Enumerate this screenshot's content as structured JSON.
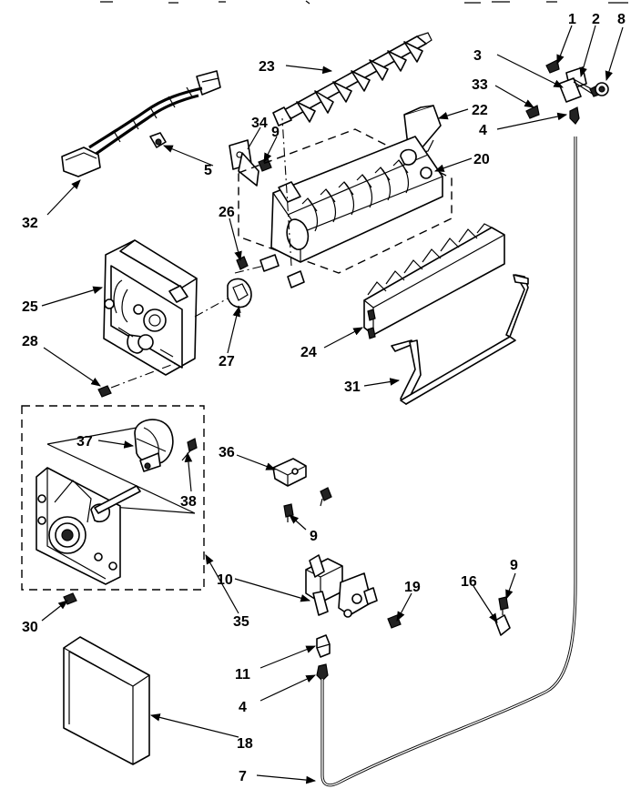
{
  "callouts": {
    "c1": "1",
    "c2": "2",
    "c3": "3",
    "c4a": "4",
    "c4b": "4",
    "c5": "5",
    "c7": "7",
    "c8": "8",
    "c9a": "9",
    "c9b": "9",
    "c9c": "9",
    "c10": "10",
    "c11": "11",
    "c16": "16",
    "c18": "18",
    "c19": "19",
    "c20": "20",
    "c22": "22",
    "c23": "23",
    "c24": "24",
    "c25": "25",
    "c26": "26",
    "c27": "27",
    "c28": "28",
    "c30": "30",
    "c31": "31",
    "c32": "32",
    "c33": "33",
    "c34": "34",
    "c35": "35",
    "c36": "36",
    "c37": "37",
    "c38": "38"
  }
}
